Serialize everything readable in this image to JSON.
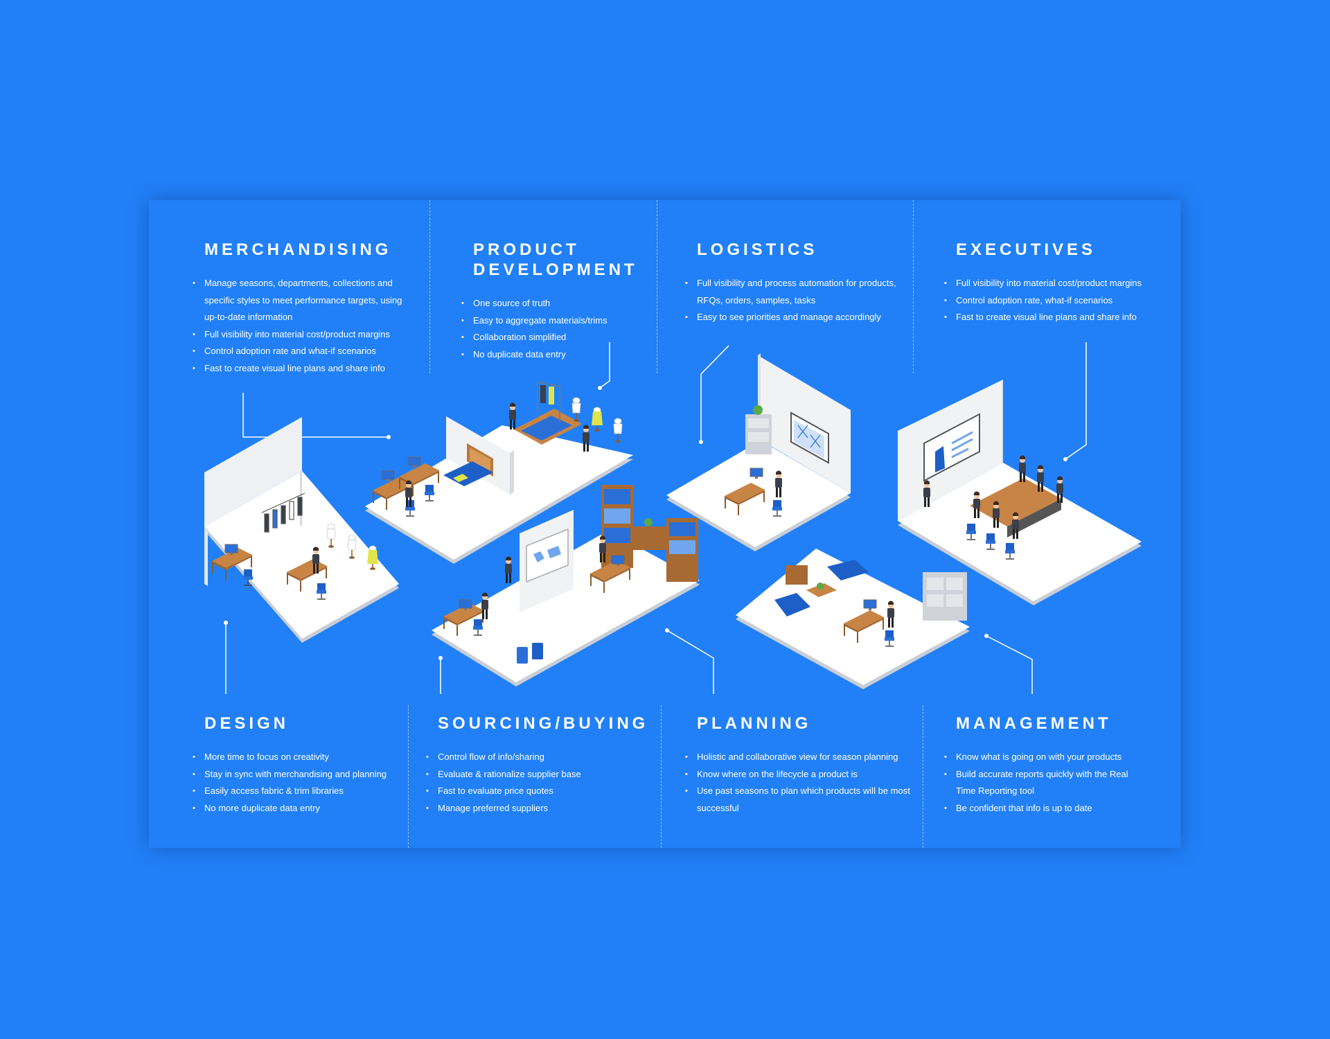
{
  "sections": {
    "merchandising": {
      "title": "MERCHANDISING",
      "items": [
        "Manage seasons, departments, collections and specific styles to meet performance targets, using up-to-date information",
        "Full visibility into material cost/product margins",
        "Control adoption rate and what-if scenarios",
        "Fast to create visual line plans and share info"
      ]
    },
    "product_development": {
      "title_line1": "PRODUCT",
      "title_line2": "DEVELOPMENT",
      "items": [
        "One source of truth",
        "Easy to aggregate materials/trims",
        "Collaboration simplified",
        "No duplicate data entry"
      ]
    },
    "logistics": {
      "title": "LOGISTICS",
      "items": [
        "Full visibility and process automation for products, RFQs, orders, samples, tasks",
        "Easy to see priorities and manage accordingly"
      ]
    },
    "executives": {
      "title": "EXECUTIVES",
      "items": [
        "Full visibility into material cost/product margins",
        "Control adoption rate, what-if scenarios",
        "Fast to create visual line plans and share info"
      ]
    },
    "design": {
      "title": "DESIGN",
      "items": [
        "More time to focus on creativity",
        "Stay in sync with merchandising and planning",
        "Easily access fabric & trim libraries",
        "No more duplicate data entry"
      ]
    },
    "sourcing": {
      "title": "SOURCING/BUYING",
      "items": [
        "Control flow of info/sharing",
        "Evaluate & rationalize supplier base",
        "Fast to evaluate price quotes",
        "Manage preferred suppliers"
      ]
    },
    "planning": {
      "title": "PLANNING",
      "items": [
        "Holistic and collaborative view for season planning",
        "Know where on the lifecycle a product is",
        "Use past seasons to plan which products will be most successful"
      ]
    },
    "management": {
      "title": "MANAGEMENT",
      "items": [
        "Know what is going on with your products",
        "Build accurate reports quickly with the Real Time Reporting tool",
        "Be confident that info is up to date"
      ]
    }
  },
  "colors": {
    "background": "#2180f7",
    "floor": "#ffffff",
    "floor_edge": "#c9ced6",
    "wall": "#f1f2f4",
    "desk": "#b9773a",
    "chair": "#1d5fc7",
    "accent_yellow": "#e1e44a"
  },
  "icons": {
    "rooms": [
      "design-room-illustration",
      "product-development-room-illustration",
      "sourcing-room-illustration",
      "logistics-room-illustration",
      "planning-room-illustration",
      "executives-room-illustration"
    ]
  }
}
